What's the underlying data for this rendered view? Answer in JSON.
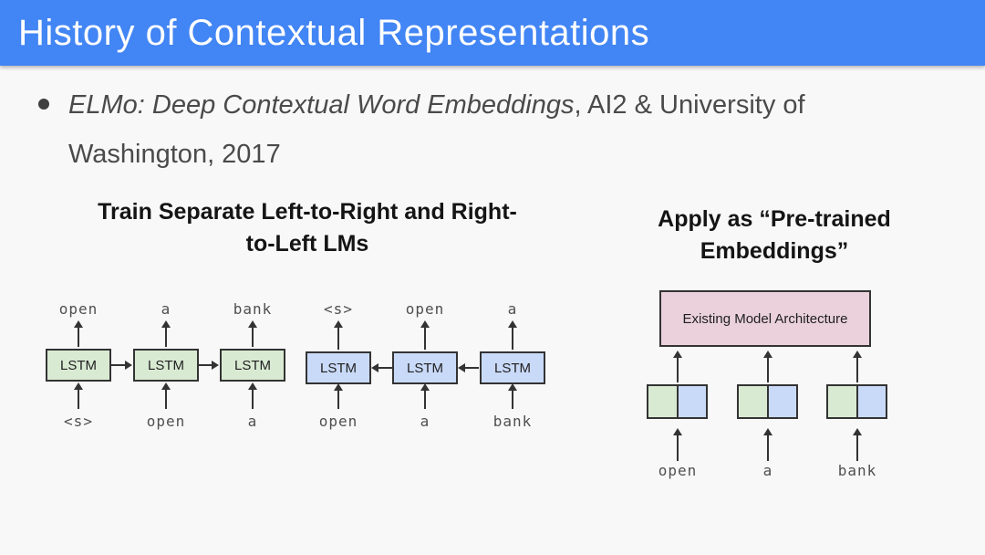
{
  "header": {
    "title": "History of Contextual Representations",
    "bg_color": "#4285f4"
  },
  "bullet": {
    "italic_part": "ELMo: Deep Contextual Word Embeddings",
    "regular_part": ", AI2 & University of Washington, 2017"
  },
  "left_panel": {
    "heading": "Train Separate Left-to-Right and Right-to-Left LMs",
    "forward_lm": {
      "direction": "left-to-right",
      "box_label": "LSTM",
      "box_color": "#d9ead3",
      "outputs": [
        "open",
        "a",
        "bank"
      ],
      "inputs": [
        "<s>",
        "open",
        "a"
      ]
    },
    "backward_lm": {
      "direction": "right-to-left",
      "box_label": "LSTM",
      "box_color": "#c9daf8",
      "outputs": [
        "<s>",
        "open",
        "a"
      ],
      "inputs": [
        "open",
        "a",
        "bank"
      ]
    }
  },
  "right_panel": {
    "heading": "Apply as “Pre-trained Embeddings”",
    "model_box_label": "Existing Model Architecture",
    "model_box_color": "#ead1dc",
    "embedding_colors": {
      "left_half": "#d9ead3",
      "right_half": "#c9daf8"
    },
    "inputs": [
      "open",
      "a",
      "bank"
    ]
  }
}
